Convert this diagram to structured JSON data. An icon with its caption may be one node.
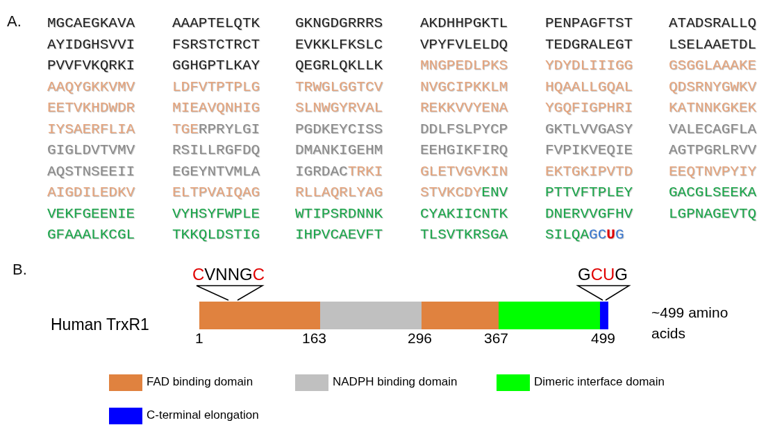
{
  "diagram": {
    "labels": [
      "A.",
      "MGCAEGKAVA",
      "AAAPTELQTK",
      "GKNGDGRRRS",
      "AKDHHPGKTL",
      "PENPAGFTST",
      "ATADSRALLQ",
      "AYIDGHSVVI",
      "FSRSTCTRCT",
      "EVKKLFKSLC",
      "VPYFVLELDQ",
      "TEDGRALEGT",
      "LSELAAETDL",
      "PVVFVKQRKI",
      "GGHGPTLKAY",
      "QEGRLQKLLK",
      "MNGPEDLPKS",
      "YDYDLIIIGG",
      "GSGGLAAAKE",
      "AAQYGKKVMV",
      "LDFVTPTPLG",
      "TRWGLGGTCV",
      "NVGCIPKKLM",
      "HQAALLGQAL",
      "QDSRNYGWKV",
      "EETVKHDWDR",
      "MIEAVQNHIG",
      "SLNWGYRVAL",
      "REKKVVYENA",
      "YGQFIGPHRI",
      "KATNNKGKEK",
      "IYSAERFLIA",
      "TGERPRYLGI",
      "PGDKEYCISS",
      "DDLFSLPYCP",
      "GKTLVVGASY",
      "VALECAGFLA",
      "GIGLDVTVMV",
      "RSILLRGFDQ",
      "DMANKIGEHM",
      "EEHGIKFIRQ",
      "FVPIKVEQIE",
      "AGTPGRLRVV",
      "AQSTNSEEII",
      "EGEYNTVMLA",
      "IGRDACTRKI",
      "GLETVGVKIN",
      "EKTGKIPVTD",
      "EEQTNVPYIY",
      "AIGDILEDKV",
      "ELTPVAIQAG",
      "RLLAQRLYAG",
      "STVKCDYENV",
      "PTTVFTPLEY",
      "GACGLSEEKA",
      "VEKFGEENIE",
      "VYHSYFWPLE",
      "WTIPSRDNNK",
      "CYAKIICNTK",
      "DNERVVGFHV",
      "LGPNAGEVTQ",
      "GFAAALKCGL",
      "TKKQLDSTIG",
      "IHPVCAEVFT",
      "TLSVTKRSGA",
      "SILQAGCUG",
      "B.",
      "CVNNGC",
      "GCUG",
      "Human TrxR1",
      "1",
      "163",
      "296",
      "367",
      "499",
      "~499 amino acids"
    ],
    "legend": [
      {
        "text": "FAD binding domain",
        "color": "#e0823f"
      },
      {
        "text": "NADPH binding domain",
        "color": "#c0c0c0"
      },
      {
        "text": "Dimeric interface domain",
        "color": "#00ff00"
      },
      {
        "text": "C-terminal elongation",
        "color": "#0000ff"
      }
    ]
  }
}
